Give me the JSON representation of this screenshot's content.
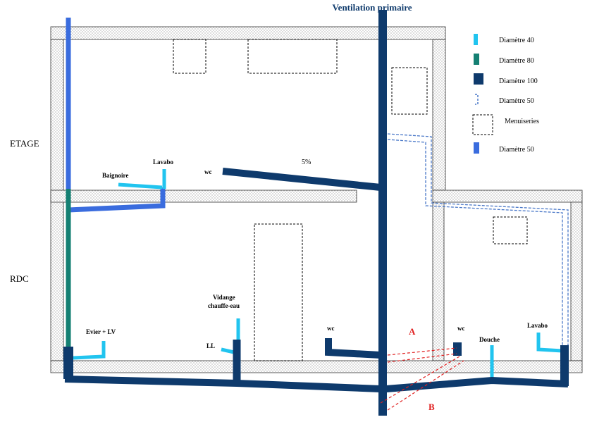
{
  "title": "Ventilation primaire",
  "floors": {
    "upper": "ETAGE",
    "ground": "RDC"
  },
  "colors": {
    "d40": "#21c4ef",
    "d80": "#148073",
    "d100": "#0e3a6c",
    "d50_solid": "#3a6cde",
    "d50_dashed": "#4a78c8",
    "wall_hatch": "#999999",
    "red": "#e02020"
  },
  "legend": [
    {
      "label": "Diamètre 40",
      "kind": "d40"
    },
    {
      "label": "Diamètre 80",
      "kind": "d80"
    },
    {
      "label": "Diamètre 100",
      "kind": "d100"
    },
    {
      "label": "Diamètre 50",
      "kind": "d50_dashed"
    },
    {
      "label": "Menuiseries",
      "kind": "menuiserie"
    },
    {
      "label": "Diamètre 50",
      "kind": "d50_solid"
    }
  ],
  "fixtures": {
    "baignoire": "Baignoire",
    "lavabo_etage": "Lavabo",
    "wc_etage": "wc",
    "slope": "5%",
    "evier": "Evier + LV",
    "vidange": "Vidange",
    "chauffe_eau": "chauffe-eau",
    "ll": "LL",
    "wc_rdc": "wc",
    "wc_annexe": "wc",
    "douche": "Douche",
    "lavabo_rdc": "Lavabo"
  },
  "markers": {
    "a": "A",
    "b": "B"
  }
}
